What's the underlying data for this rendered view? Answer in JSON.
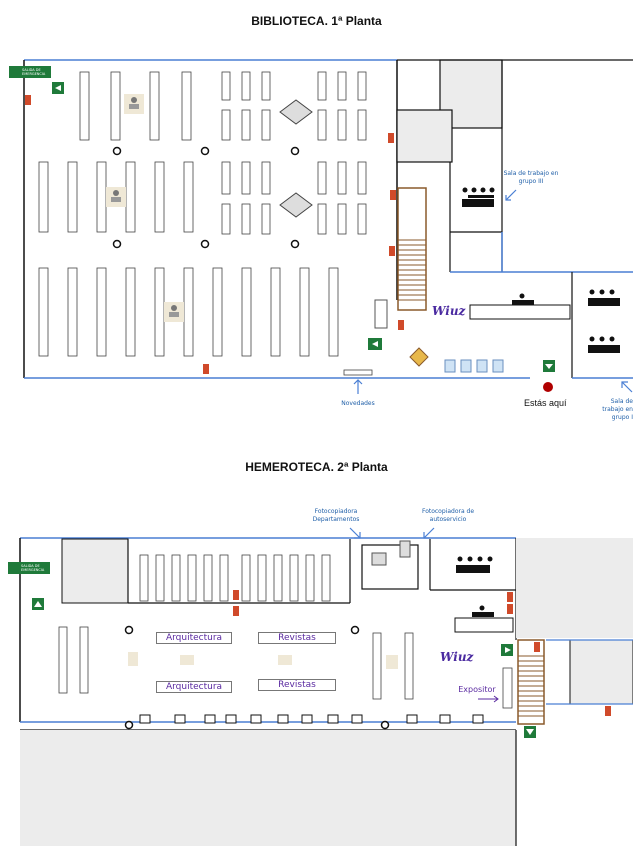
{
  "floor1": {
    "title": "BIBLIOTECA. 1ª Planta",
    "exit_sign": "SALIDA DE EMERGENCIA",
    "group_room_label_a": "Sala de trabajo en grupo III",
    "group_room_label_b": "Sala de trabajo en grupo I",
    "novedades": "Novedades",
    "you_are_here": "Estás aquí",
    "logo": "Wiuz"
  },
  "floor2": {
    "title": "HEMEROTECA. 2ª Planta",
    "exit_sign": "SALIDA DE EMERGENCIA",
    "copier_depts": "Fotocopiadora Departamentos",
    "copier_self": "Fotocopiadora de autoservicio",
    "logo": "Wiuz",
    "expositor": "Expositor",
    "section_labels": [
      "Arquitectura",
      "Revistas",
      "Arquitectura",
      "Revistas"
    ]
  },
  "colors": {
    "wall_blue": "#4a7fd4",
    "wall_black": "#111111",
    "fill_gray": "#ececec",
    "stairs": "#8a5a2b",
    "exit_green": "#1f7a3a",
    "extinguisher_red": "#d04a2a",
    "you_are_here": "#b00000"
  }
}
